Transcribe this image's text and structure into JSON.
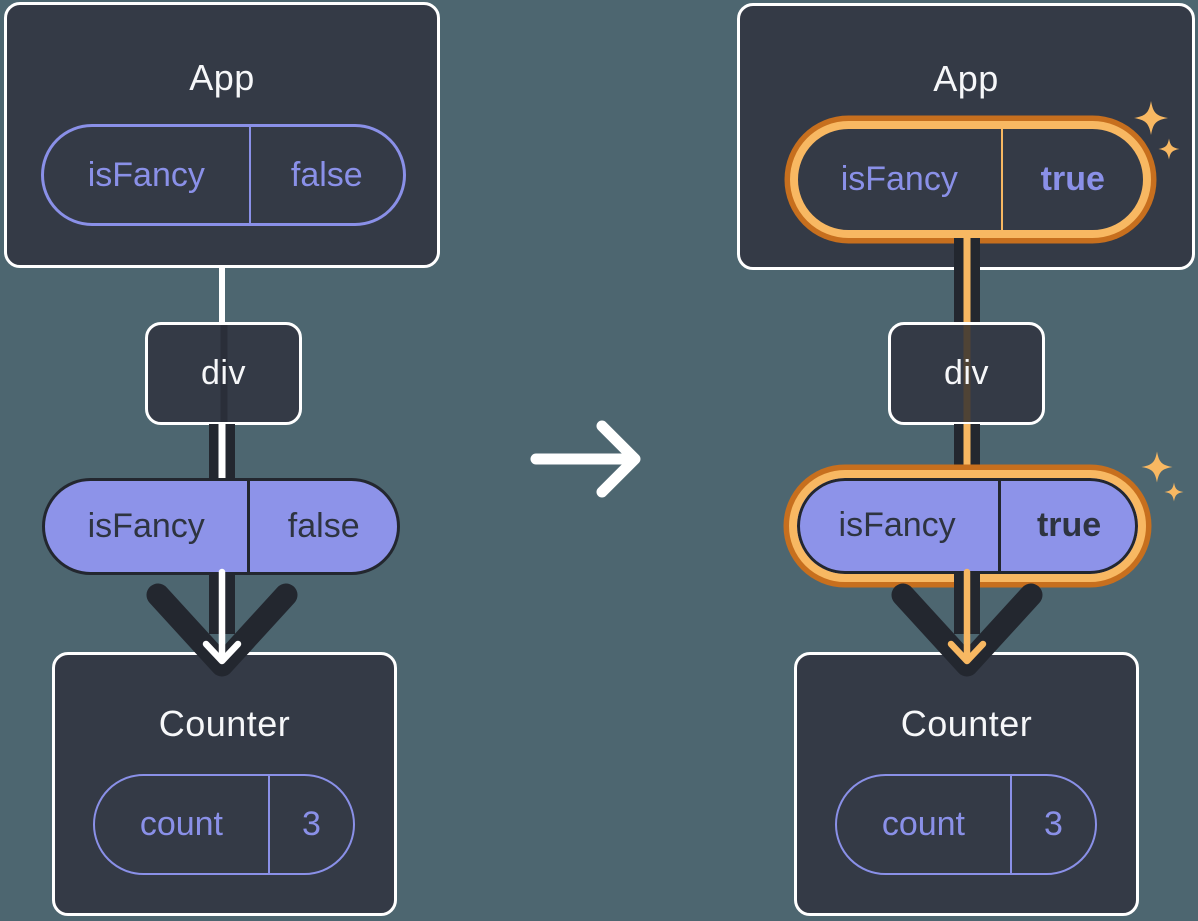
{
  "colors": {
    "background": "#4D6670",
    "panel": "#343A46",
    "ink": "#23272F",
    "purple": "#8A90E8",
    "purple-fill": "#8D93E9",
    "orange-light": "#F8B862",
    "orange-dark": "#C76F1E",
    "text-light": "#F6F7F9"
  },
  "left_tree": {
    "app_title": "App",
    "app_pill": {
      "label": "isFancy",
      "value": "false"
    },
    "div_label": "div",
    "props_pill": {
      "label": "isFancy",
      "value": "false"
    },
    "counter_title": "Counter",
    "counter_pill": {
      "label": "count",
      "value": "3"
    }
  },
  "right_tree": {
    "app_title": "App",
    "app_pill": {
      "label": "isFancy",
      "value": "true"
    },
    "div_label": "div",
    "props_pill": {
      "label": "isFancy",
      "value": "true"
    },
    "counter_title": "Counter",
    "counter_pill": {
      "label": "count",
      "value": "3"
    }
  }
}
